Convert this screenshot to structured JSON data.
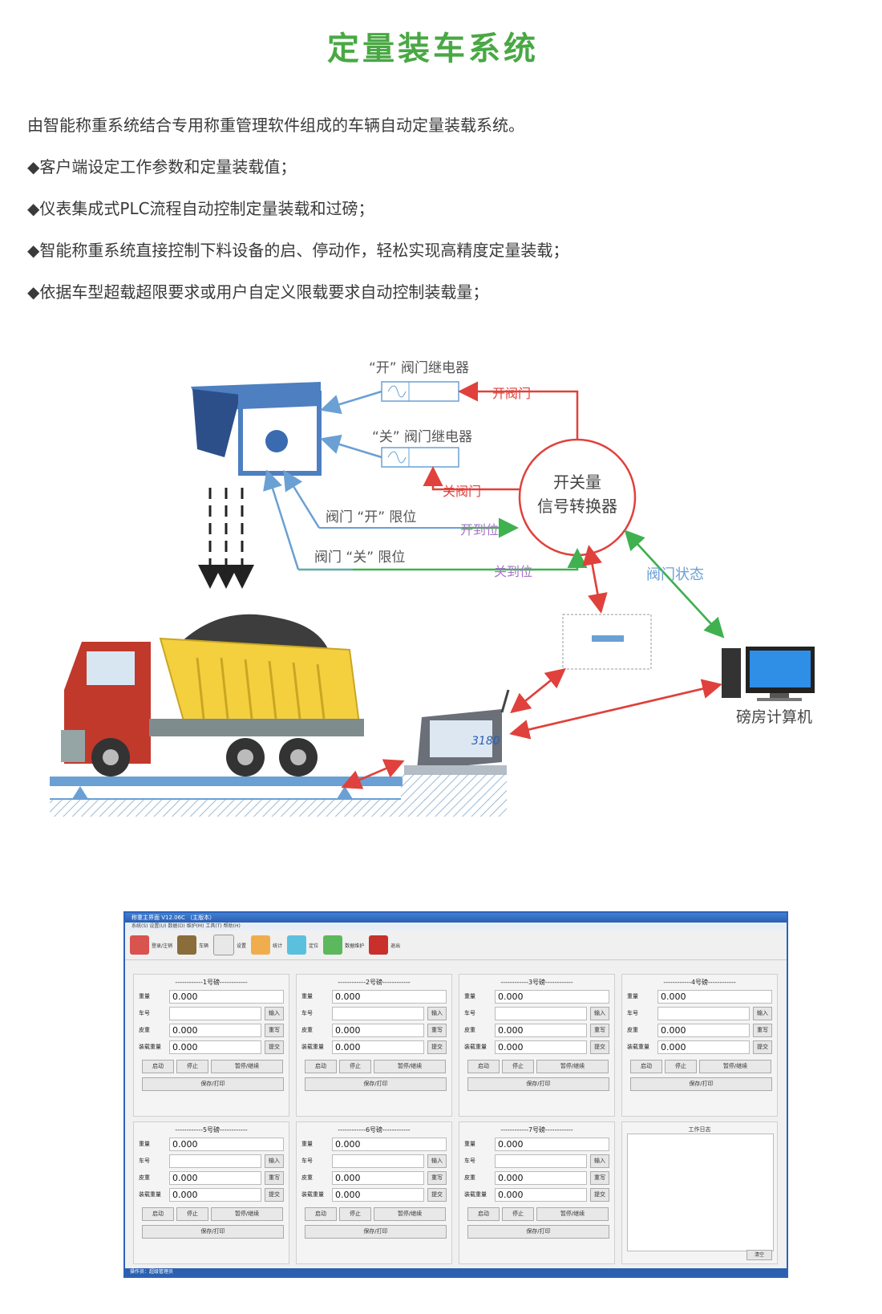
{
  "page_title": "定量装车系统",
  "intro": {
    "desc": "由智能称重系统结合专用称重管理软件组成的车辆自动定量装载系统。",
    "bullets": [
      "◆客户端设定工作参数和定量装载值；",
      "◆仪表集成式PLC流程自动控制定量装载和过磅；",
      "◆智能称重系统直接控制下料设备的启、停动作，轻松实现高精度定量装载；",
      "◆依据车型超载超限要求或用户自定义限载要求自动控制装载量；"
    ]
  },
  "diagram": {
    "open_relay": "“开” 阀门继电器",
    "close_relay": "“关” 阀门继电器",
    "open_valve": "开阀门",
    "close_valve": "关阀门",
    "open_limit": "阀门 “开” 限位",
    "close_limit": "阀门 “关” 限位",
    "open_reached": "开到位",
    "close_reached": "关到位",
    "converter_line1": "开关量",
    "converter_line2": "信号转换器",
    "valve_status": "阀门状态",
    "computer": "磅房计算机",
    "indicator_value": "3180"
  },
  "software": {
    "window_title": "称重主界面 V12.06C （主版本）",
    "menu": "系统(S)  设置(U)  数据(D)  维护(M)  工具(T)  帮助(H)",
    "toolbar": [
      "登录/注销",
      "车辆",
      "设置",
      "统计",
      "定位",
      "数据维护",
      "退出"
    ],
    "labels": {
      "weight": "重量",
      "plate": "车号",
      "tare": "皮重",
      "load": "装载重量",
      "input": "输入",
      "rewrite": "重写",
      "submit": "提交",
      "start": "启动",
      "stop": "停止",
      "pause": "暂停/继续",
      "save": "保存/打印"
    },
    "panels": [
      {
        "title": "------------1号磅------------",
        "weight": "0.000",
        "tare": "0.000",
        "load": "0.000"
      },
      {
        "title": "------------2号磅------------",
        "weight": "0.000",
        "tare": "0.000",
        "load": "0.000"
      },
      {
        "title": "------------3号磅------------",
        "weight": "0.000",
        "tare": "0.000",
        "load": "0.000"
      },
      {
        "title": "------------4号磅------------",
        "weight": "0.000",
        "tare": "0.000",
        "load": "0.000"
      },
      {
        "title": "------------5号磅------------",
        "weight": "0.000",
        "tare": "0.000",
        "load": "0.000"
      },
      {
        "title": "------------6号磅------------",
        "weight": "0.000",
        "tare": "0.000",
        "load": "0.000"
      },
      {
        "title": "------------7号磅------------",
        "weight": "0.000",
        "tare": "0.000",
        "load": "0.000"
      }
    ],
    "log_title": "工作日志",
    "log_button": "清空",
    "status_bar": "操作员：超级管理员"
  }
}
